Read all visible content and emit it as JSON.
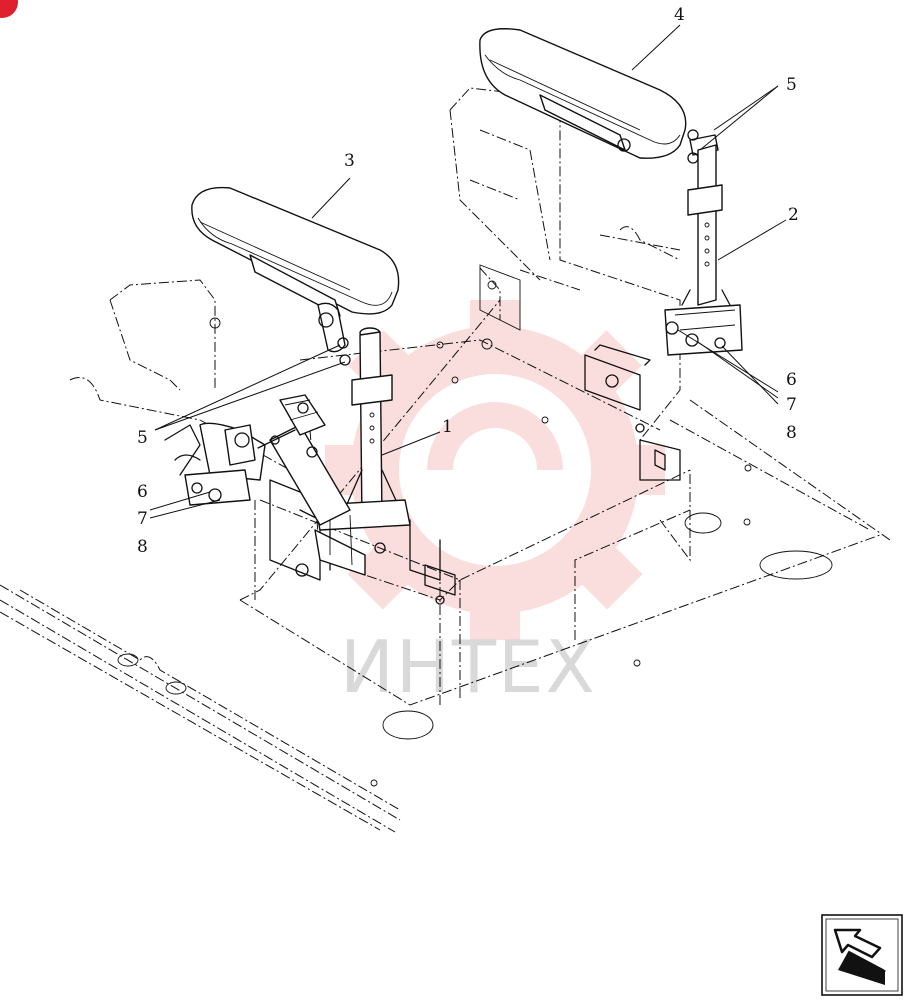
{
  "callouts": {
    "c1": "1",
    "c2": "2",
    "c3": "3",
    "c4": "4",
    "c5_right": "5",
    "c5_left": "5",
    "c6_right": "6",
    "c7_right": "7",
    "c8_right": "8",
    "c6_left": "6",
    "c7_left": "7",
    "c8_left": "8"
  },
  "watermark": {
    "text": "ИНТЕХ",
    "color": "#f2a0a0"
  },
  "nav_icon": "return-arrow-icon"
}
